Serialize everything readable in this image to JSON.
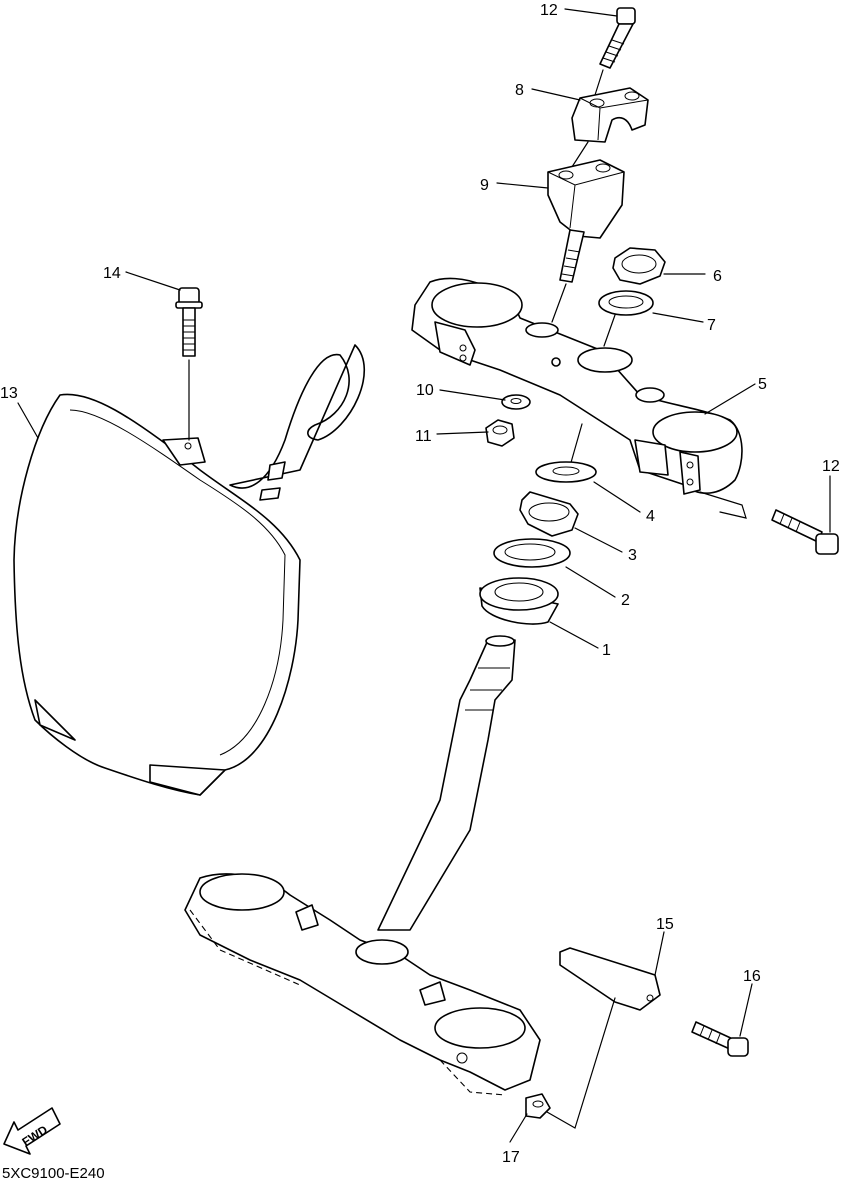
{
  "parts": [
    {
      "id": "callout-1",
      "label": "1"
    },
    {
      "id": "callout-2",
      "label": "2"
    },
    {
      "id": "callout-3",
      "label": "3"
    },
    {
      "id": "callout-4",
      "label": "4"
    },
    {
      "id": "callout-5",
      "label": "5"
    },
    {
      "id": "callout-6",
      "label": "6"
    },
    {
      "id": "callout-7",
      "label": "7"
    },
    {
      "id": "callout-8",
      "label": "8"
    },
    {
      "id": "callout-9",
      "label": "9"
    },
    {
      "id": "callout-10",
      "label": "10"
    },
    {
      "id": "callout-11",
      "label": "11"
    },
    {
      "id": "callout-12-top",
      "label": "12"
    },
    {
      "id": "callout-12-right",
      "label": "12"
    },
    {
      "id": "callout-13",
      "label": "13"
    },
    {
      "id": "callout-14",
      "label": "14"
    },
    {
      "id": "callout-15",
      "label": "15"
    },
    {
      "id": "callout-16",
      "label": "16"
    },
    {
      "id": "callout-17",
      "label": "17"
    }
  ],
  "direction_arrow": {
    "label": "FWD",
    "icon": "fwd-arrow-icon"
  },
  "diagram_code": "5XC9100-E240"
}
